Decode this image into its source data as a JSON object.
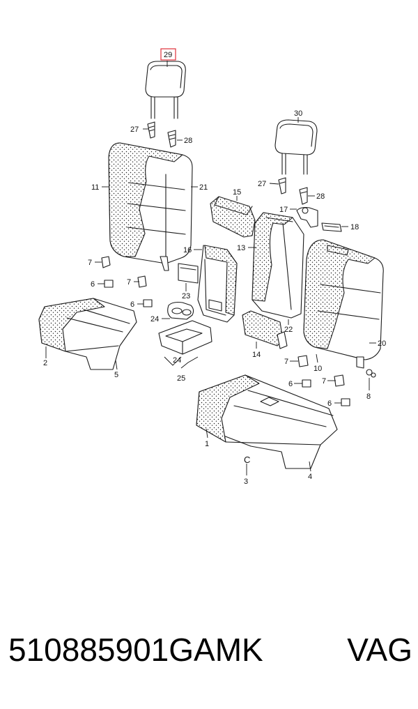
{
  "diagram": {
    "highlight_color": "#e0303a",
    "callouts": {
      "c1": "1",
      "c2": "2",
      "c3": "3",
      "c4": "4",
      "c5": "5",
      "c6a": "6",
      "c6b": "6",
      "c6c": "6",
      "c6d": "6",
      "c7a": "7",
      "c7b": "7",
      "c7c": "7",
      "c7d": "7",
      "c8": "8",
      "c10": "10",
      "c11": "11",
      "c13": "13",
      "c14": "14",
      "c15": "15",
      "c16": "16",
      "c17": "17",
      "c18": "18",
      "c20": "20",
      "c21": "21",
      "c22": "22",
      "c23": "23",
      "c24a": "24",
      "c24b": "24",
      "c25": "25",
      "c27a": "27",
      "c27b": "27",
      "c28a": "28",
      "c28b": "28",
      "c29": "29",
      "c30": "30"
    },
    "clip_mark": "C"
  },
  "footer": {
    "part_number": "510885901GAMK",
    "brand": "VAG"
  }
}
